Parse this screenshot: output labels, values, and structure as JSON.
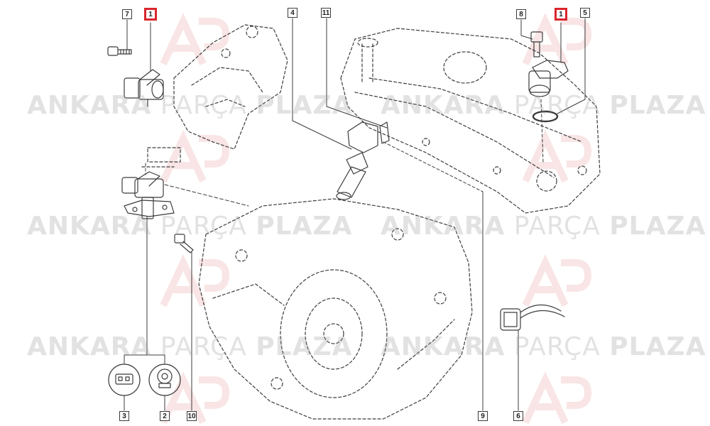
{
  "watermark": {
    "word1": "ANKARA",
    "word2": "PARÇA",
    "word3": "PLAZA",
    "logo_letters": "AP"
  },
  "callouts": {
    "c7": "7",
    "c1_left": "1",
    "c4": "4",
    "c11": "11",
    "c8": "8",
    "c1_right": "1",
    "c5": "5",
    "c3": "3",
    "c2": "2",
    "c10": "10",
    "c9": "9",
    "c6": "6"
  },
  "colors": {
    "highlight": "#d9262c",
    "line": "#3c3c3c"
  }
}
